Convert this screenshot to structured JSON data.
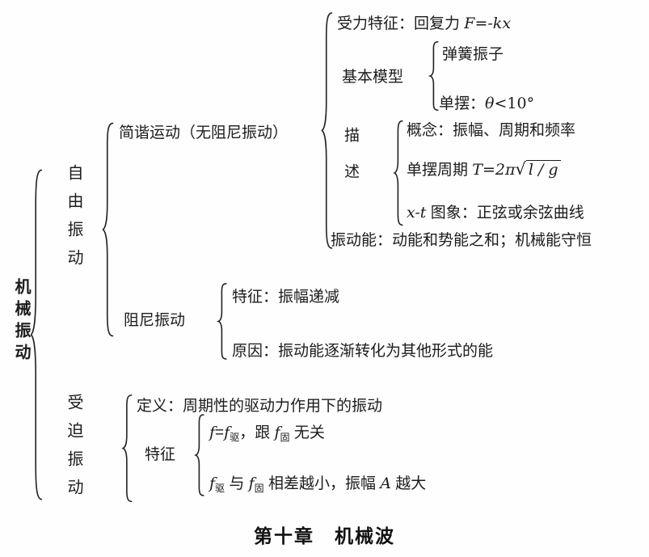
{
  "root": {
    "label": "机械振动"
  },
  "free": {
    "label": "自由振动",
    "shm": {
      "label": "简谐运动（无阻尼振动）",
      "force": {
        "prefix": "受力特征：回复力 ",
        "formula": "F=-kx"
      },
      "model": {
        "label": "基本模型",
        "spring": "弹簧振子",
        "pendulum": {
          "prefix": "单摆：",
          "theta": "θ",
          "suffix": "<10°"
        }
      },
      "desc": {
        "label": "描述",
        "concept": "概念：振幅、周期和频率",
        "period": {
          "prefix": "单摆周期 ",
          "formula": "T=2π",
          "radical": "√",
          "radicand": "l / g"
        },
        "graph": {
          "italic": "x-t",
          "suffix": " 图象：正弦或余弦曲线"
        }
      },
      "energy": "振动能：动能和势能之和；机械能守恒"
    },
    "damped": {
      "label": "阻尼振动",
      "feature": "特征：振幅递减",
      "reason": "原因：振动能逐渐转化为其他形式的能"
    }
  },
  "forced": {
    "label": "受迫振动",
    "definition": "定义：周期性的驱动力作用下的振动",
    "feature": {
      "label": "特征",
      "line1": {
        "f1": "f",
        "eq": "=",
        "f2": "f",
        "sub1": "驱",
        "mid": "，跟 ",
        "f3": "f",
        "sub2": "固",
        "end": " 无关"
      },
      "line2": {
        "f1": "f",
        "sub1": "驱",
        "mid1": " 与 ",
        "f2": "f",
        "sub2": "固",
        "mid2": " 相差越小，振幅 ",
        "amp": "A",
        "end": " 越大"
      }
    }
  },
  "caption": "第十章　机械波"
}
